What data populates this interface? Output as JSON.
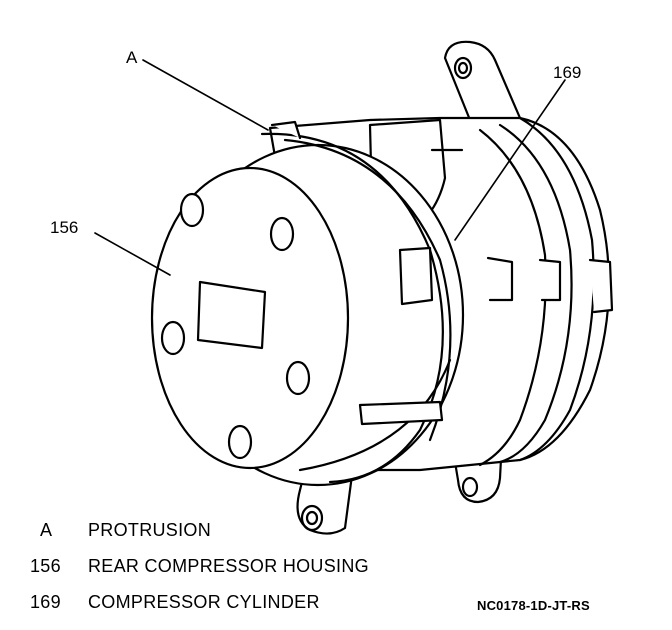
{
  "callouts": {
    "a": "A",
    "c169": "169",
    "c156": "156"
  },
  "legend": [
    {
      "key": "A",
      "desc": "PROTRUSION"
    },
    {
      "key": "156",
      "desc": "REAR COMPRESSOR HOUSING"
    },
    {
      "key": "169",
      "desc": "COMPRESSOR CYLINDER"
    }
  ],
  "figure_code": "NC0178-1D-JT-RS"
}
